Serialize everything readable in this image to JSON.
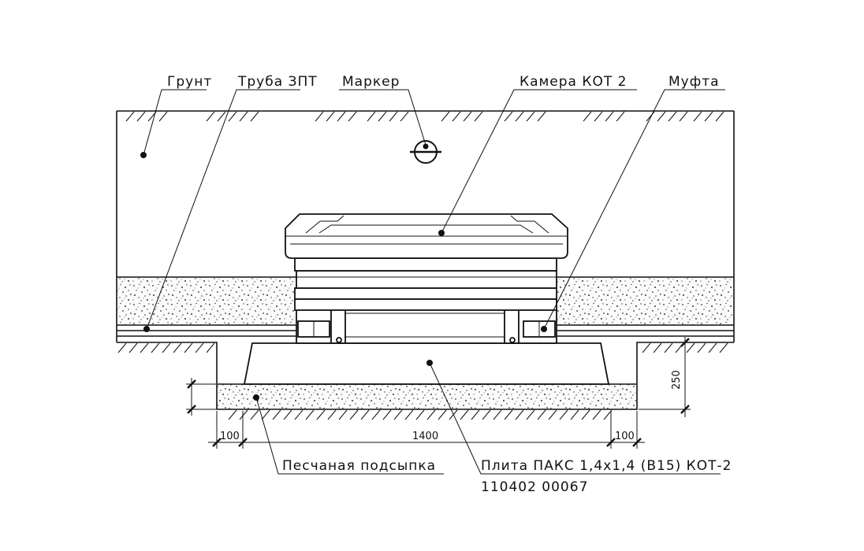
{
  "labels": {
    "soil": "Грунт",
    "pipe": "Труба ЗПТ",
    "marker": "Маркер",
    "chamber": "Камера КОТ 2",
    "coupling": "Муфта",
    "sand": "Песчаная подсыпка",
    "slab": "Плита ПАКС 1,4х1,4 (В15) КОТ-2",
    "code": "110402 00067"
  },
  "dimensions": {
    "left": "100",
    "center": "1400",
    "right": "100",
    "depth": "250"
  }
}
